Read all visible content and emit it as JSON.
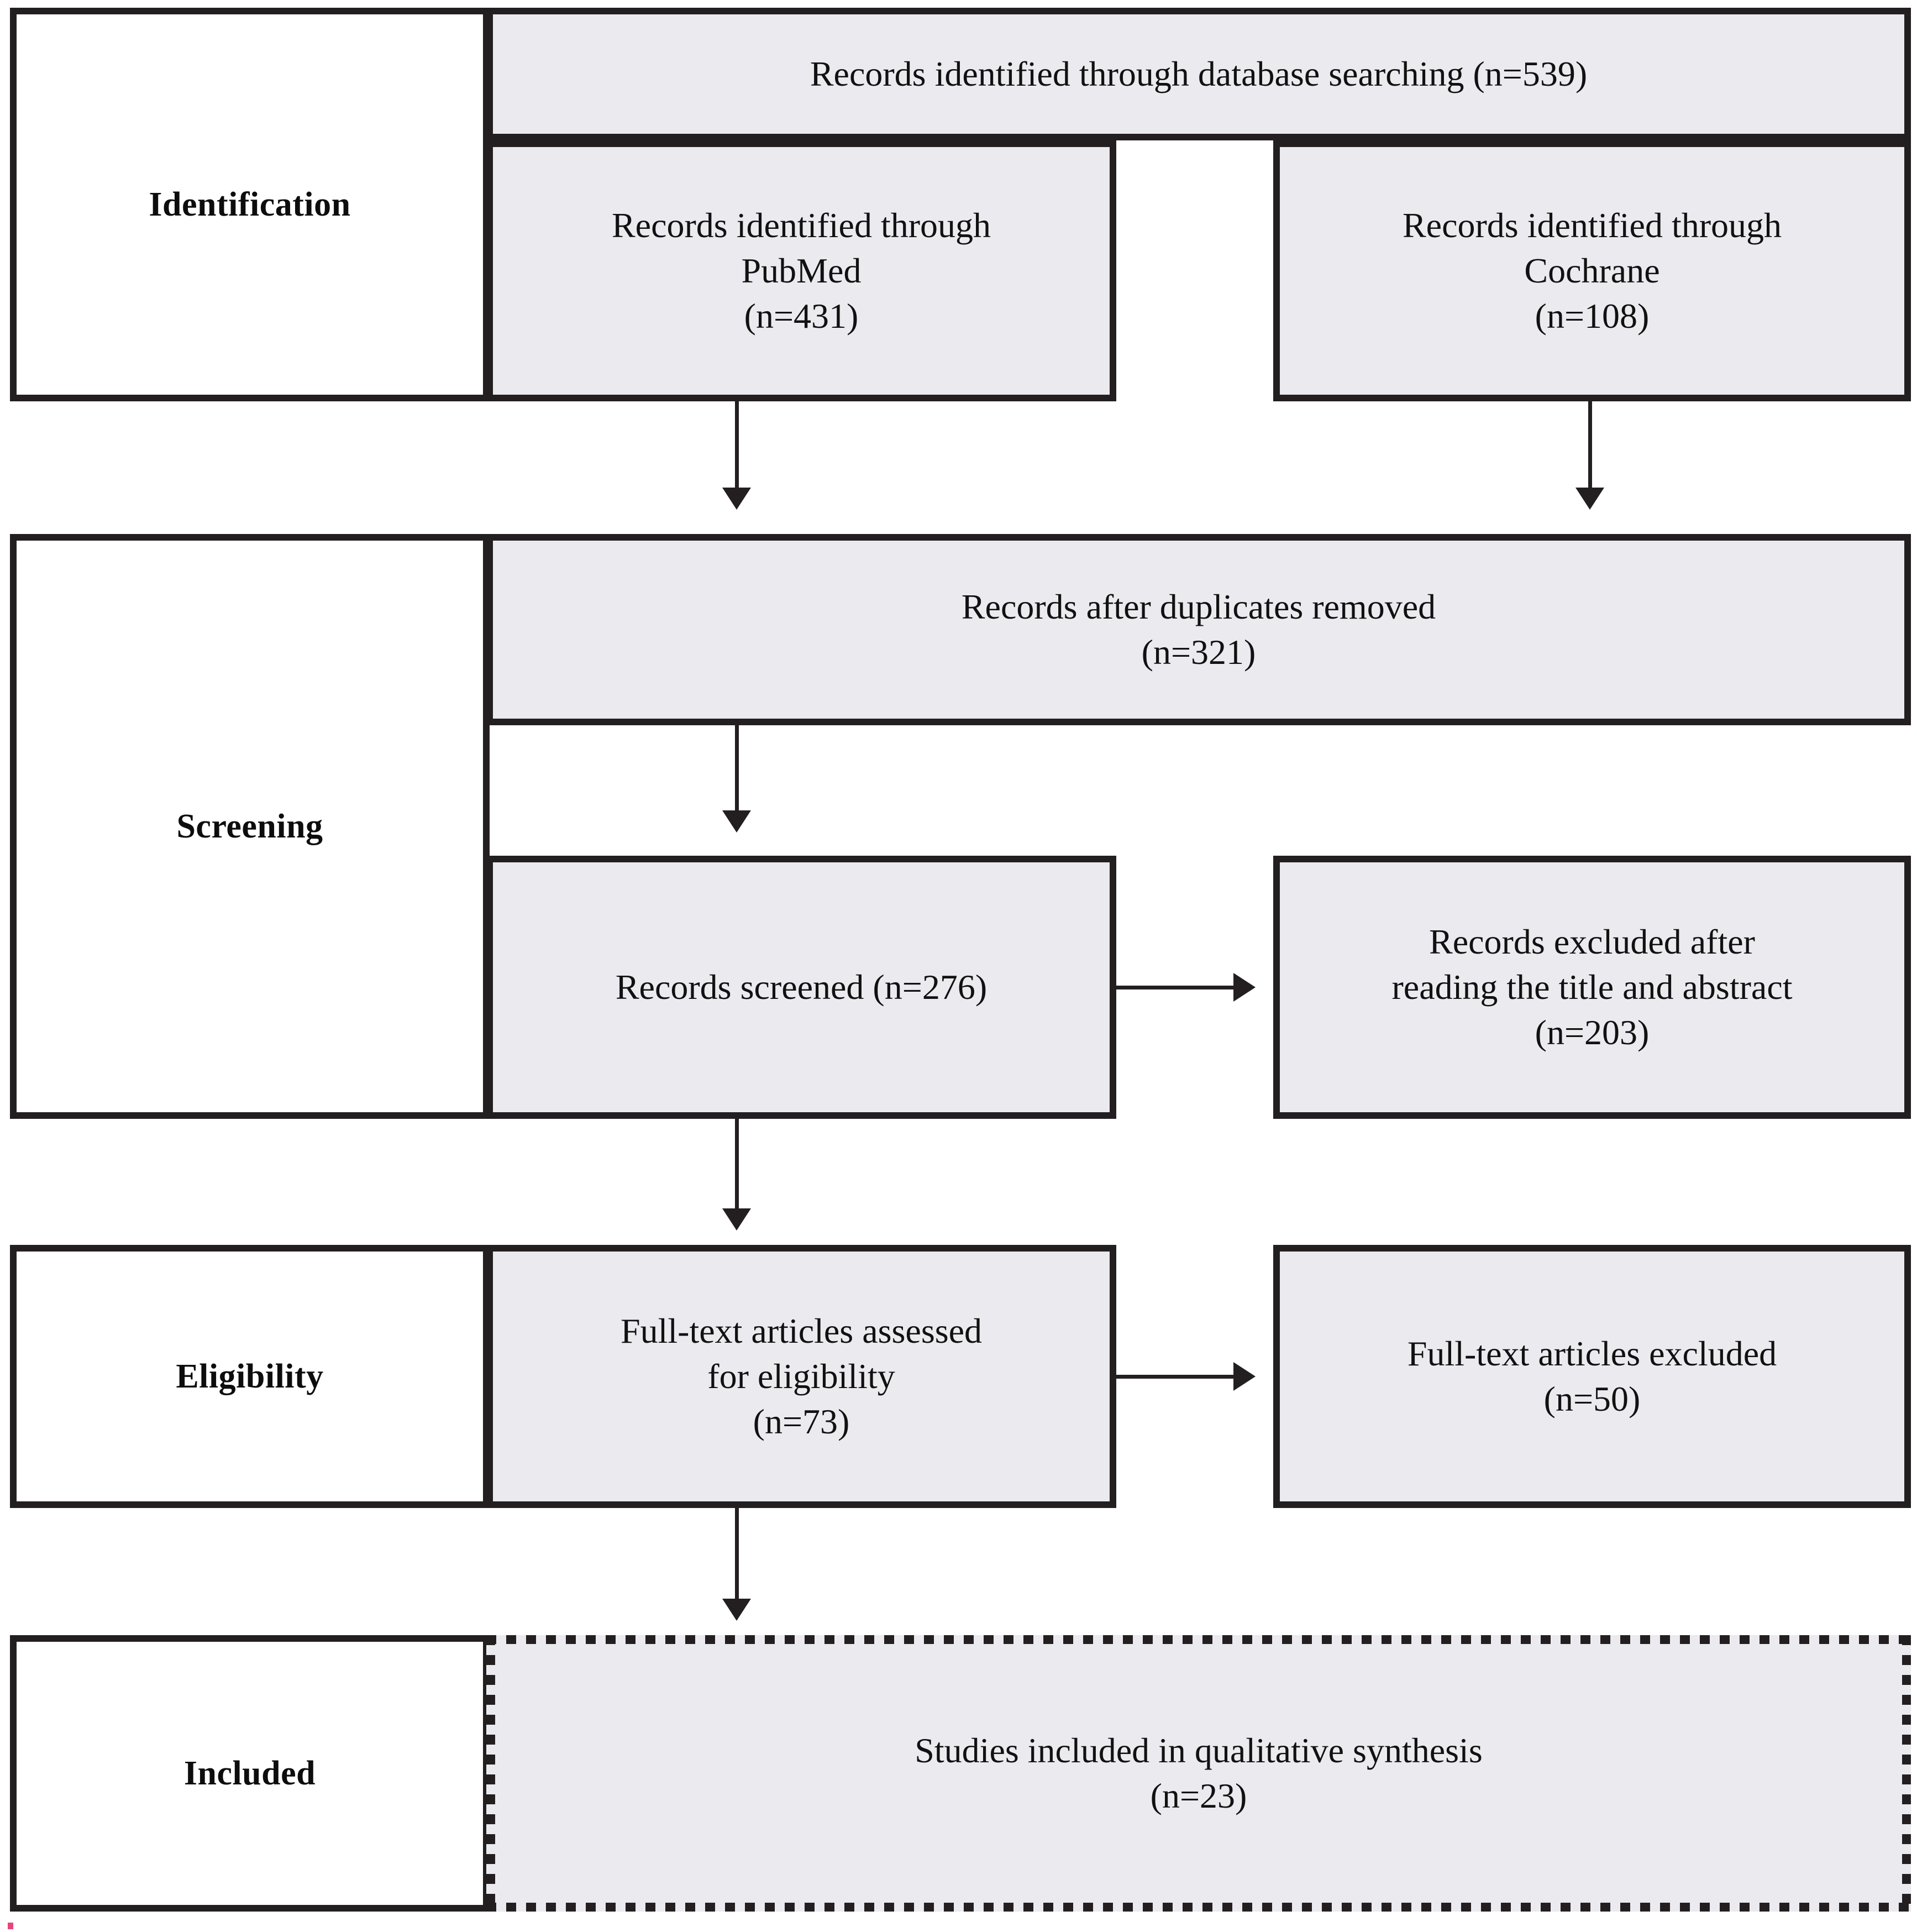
{
  "diagram": {
    "type": "prisma-flow-diagram",
    "colors": {
      "node_fill": "#eaeaef",
      "border": "#231f20",
      "text": "#111111",
      "page_background": "#ffffff"
    },
    "stages": [
      {
        "key": "identification",
        "label": "Identification"
      },
      {
        "key": "screening",
        "label": "Screening"
      },
      {
        "key": "eligibility",
        "label": "Eligibility"
      },
      {
        "key": "included",
        "label": "Included"
      }
    ],
    "nodes": {
      "database_search": {
        "line1": "Records identified through database searching (n=539)",
        "count": 539
      },
      "pubmed": {
        "line1": "Records identified through",
        "line2": "PubMed",
        "line3": "(n=431)",
        "count": 431
      },
      "cochrane": {
        "line1": "Records identified through",
        "line2": "Cochrane",
        "line3": "(n=108)",
        "count": 108
      },
      "duplicates_removed": {
        "line1": "Records after duplicates removed",
        "line2": "(n=321)",
        "count": 321
      },
      "records_screened": {
        "line1": "Records screened (n=276)",
        "count": 276
      },
      "records_excluded": {
        "line1": "Records excluded after",
        "line2": "reading the title and abstract",
        "line3": "(n=203)",
        "count": 203
      },
      "fulltext_assessed": {
        "line1": "Full-text articles assessed",
        "line2": "for eligibility",
        "line3": "(n=73)",
        "count": 73
      },
      "fulltext_excluded": {
        "line1": "Full-text articles excluded",
        "line2": "(n=50)",
        "count": 50
      },
      "studies_included": {
        "line1": "Studies included in qualitative synthesis",
        "line2": "(n=23)",
        "count": 23
      }
    }
  }
}
